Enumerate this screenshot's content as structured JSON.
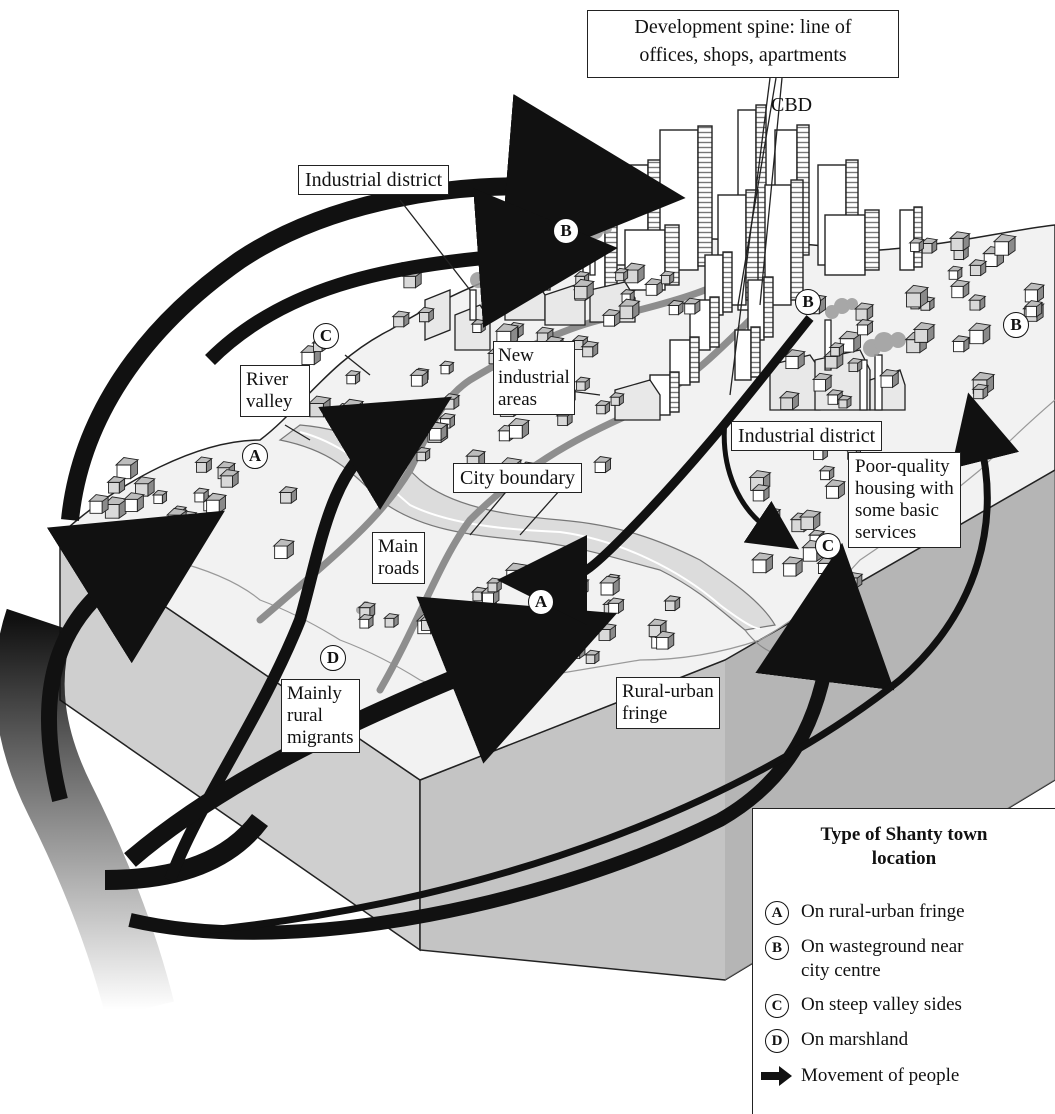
{
  "labels": {
    "development_spine": "Development spine: line of offices, shops, apartments",
    "development_spine_line1": "Development spine: line of",
    "development_spine_line2": "offices, shops, apartments",
    "cbd": "CBD",
    "industrial_district_left": "Industrial district",
    "industrial_district_right": "Industrial district",
    "river_valley_line1": "River",
    "river_valley_line2": "valley",
    "new_industrial_line1": "New",
    "new_industrial_line2": "industrial",
    "new_industrial_line3": "areas",
    "city_boundary": "City boundary",
    "main_roads_line1": "Main",
    "main_roads_line2": "roads",
    "poor_housing_line1": "Poor-quality",
    "poor_housing_line2": "housing with",
    "poor_housing_line3": "some basic",
    "poor_housing_line4": "services",
    "rural_migrants_line1": "Mainly",
    "rural_migrants_line2": "rural",
    "rural_migrants_line3": "migrants",
    "rural_urban_fringe_line1": "Rural-urban",
    "rural_urban_fringe_line2": "fringe"
  },
  "site_markers": {
    "a": "A",
    "b": "B",
    "c": "C",
    "d": "D"
  },
  "legend": {
    "title_line1": "Type of Shanty town",
    "title_line2": "location",
    "items": [
      {
        "symbol": "A",
        "text_line1": "On rural-urban fringe",
        "text_line2": ""
      },
      {
        "symbol": "B",
        "text_line1": "On wasteground near",
        "text_line2": "city centre"
      },
      {
        "symbol": "C",
        "text_line1": "On steep valley sides",
        "text_line2": ""
      },
      {
        "symbol": "D",
        "text_line1": "On marshland",
        "text_line2": ""
      }
    ],
    "arrow_text": "Movement of people"
  },
  "colors": {
    "land_top": "#f2f2f2",
    "block_side": "#cfcfcf",
    "block_side_dark": "#a9a9a9",
    "river": "#dcdcdc",
    "road": "#8e8e8e",
    "arrow": "#111111",
    "smoke": "#9a9a9a"
  }
}
